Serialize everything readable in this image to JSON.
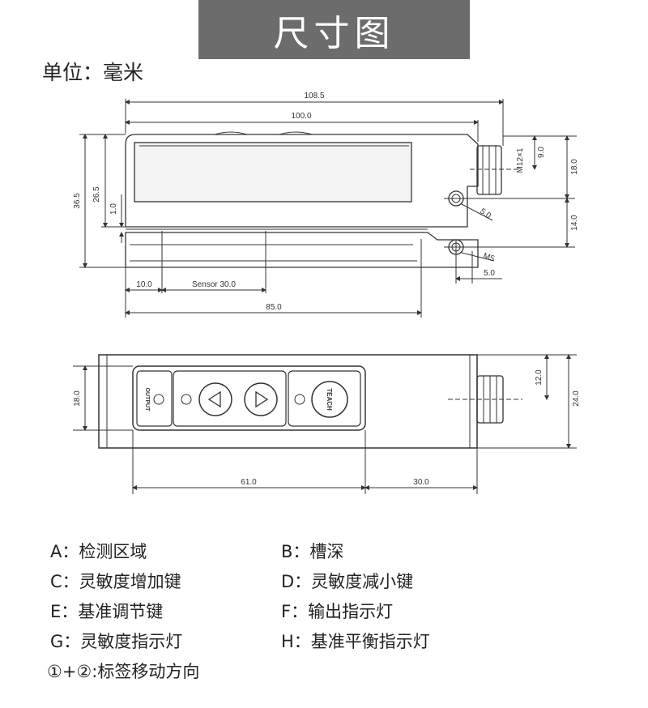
{
  "header": {
    "title": "尺寸图",
    "unit": "单位：毫米"
  },
  "top_view": {
    "dims": {
      "total_length": "108.5",
      "body_length": "100.0",
      "height": "36.5",
      "upper_height": "26.5",
      "gap": "1.0",
      "connector_thread": "M12×1",
      "connector_offset": "9.0",
      "connector_height": "18.0",
      "hole_dia": "5.0",
      "hole_spacing": "14.0",
      "screw": "M5",
      "screw_offset": "5.0",
      "edge_offset": "10.0",
      "sensor_length": "Sensor 30.0",
      "slot_length": "85.0"
    }
  },
  "front_view": {
    "dims": {
      "panel_height": "18.0",
      "connector_offset": "12.0",
      "total_height": "24.0",
      "panel_length": "61.0",
      "connector_length": "30.0"
    },
    "buttons": {
      "output": "OUTPUT",
      "teach": "TEACH"
    }
  },
  "legend": [
    {
      "key": "A：",
      "text": "检测区域"
    },
    {
      "key": "B：",
      "text": "槽深"
    },
    {
      "key": "C：",
      "text": "灵敏度增加键"
    },
    {
      "key": "D：",
      "text": "灵敏度减小键"
    },
    {
      "key": "E：",
      "text": "基准调节键"
    },
    {
      "key": "F：",
      "text": "输出指示灯"
    },
    {
      "key": "G：",
      "text": "灵敏度指示灯"
    },
    {
      "key": "H：",
      "text": "基准平衡指示灯"
    }
  ],
  "note": "①+②:标签移动方向"
}
